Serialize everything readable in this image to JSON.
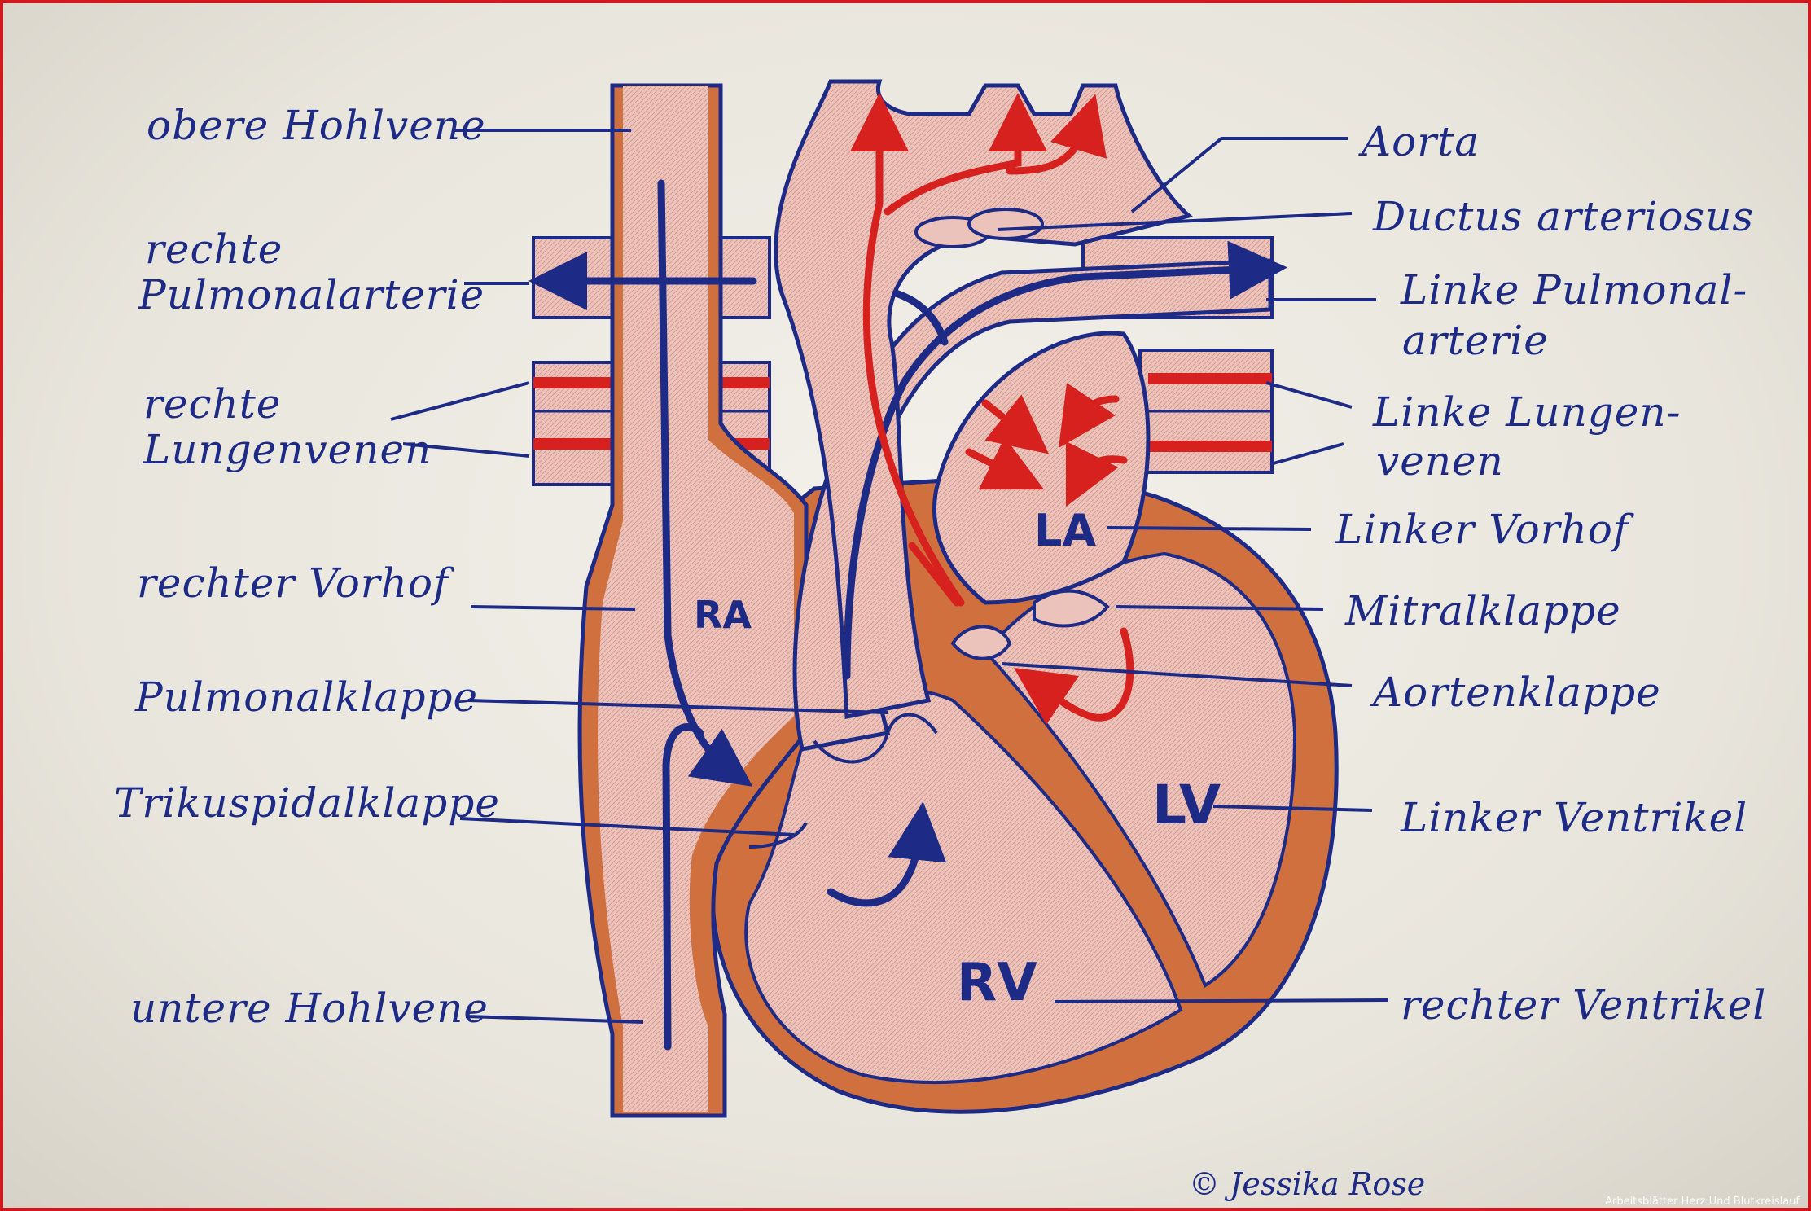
{
  "labels": {
    "obere_hohlvene": "obere Hohlvene",
    "rechte_pulmonalarterie_1": "rechte",
    "rechte_pulmonalarterie_2": "Pulmonalarterie",
    "rechte_lungenvenen_1": "rechte",
    "rechte_lungenvenen_2": "Lungenvenen",
    "rechter_vorhof": "rechter Vorhof",
    "pulmonalklappe": "Pulmonalklappe",
    "trikuspidalklappe": "Trikuspidalklappe",
    "untere_hohlvene": "untere Hohlvene",
    "aorta": "Aorta",
    "ductus_arteriosus": "Ductus arteriosus",
    "linke_pulmonalarterie_1": "Linke Pulmonal-",
    "linke_pulmonalarterie_2": "arterie",
    "linke_lungenvenen_1": "Linke Lungen-",
    "linke_lungenvenen_2": "venen",
    "linker_vorhof": "Linker Vorhof",
    "mitralklappe": "Mitralklappe",
    "aortenklappe": "Aortenklappe",
    "linker_ventrikel": "Linker Ventrikel",
    "rechter_ventrikel": "rechter Ventrikel"
  },
  "chambers": {
    "ra": "RA",
    "la": "LA",
    "lv": "LV",
    "rv": "RV"
  },
  "copyright": "© Jessika Rose",
  "watermark": "Arbeitsblätter Herz Und Blutkreislauf",
  "colors": {
    "ink": "#1d2a86",
    "tissue": "#e7b5ac",
    "wall": "#d0703f",
    "oxygenated": "#d6211f",
    "frame": "#d3191f"
  }
}
